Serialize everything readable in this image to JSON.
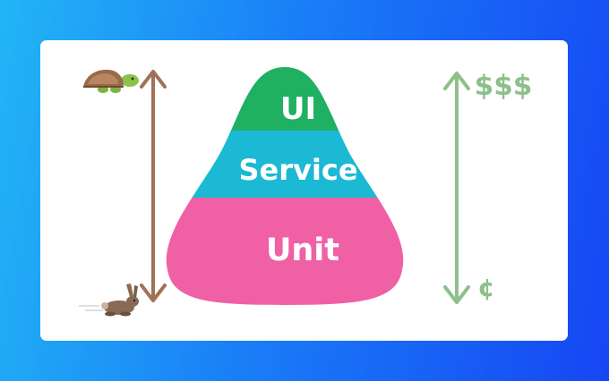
{
  "pyramid": {
    "top_label": "UI",
    "middle_label": "Service",
    "bottom_label": "Unit"
  },
  "speed_scale": {
    "top_icon": "turtle-icon",
    "bottom_icon": "rabbit-icon"
  },
  "cost_scale": {
    "top_label": "$$$",
    "bottom_label": "¢"
  },
  "colors": {
    "background_start": "#22b5f6",
    "background_end": "#1646f4",
    "card": "#ffffff",
    "ui_layer": "#1fb062",
    "service_layer": "#1bb9d4",
    "unit_layer": "#f060a4",
    "speed_arrow": "#a07258",
    "cost_arrow": "#8dc08a"
  }
}
